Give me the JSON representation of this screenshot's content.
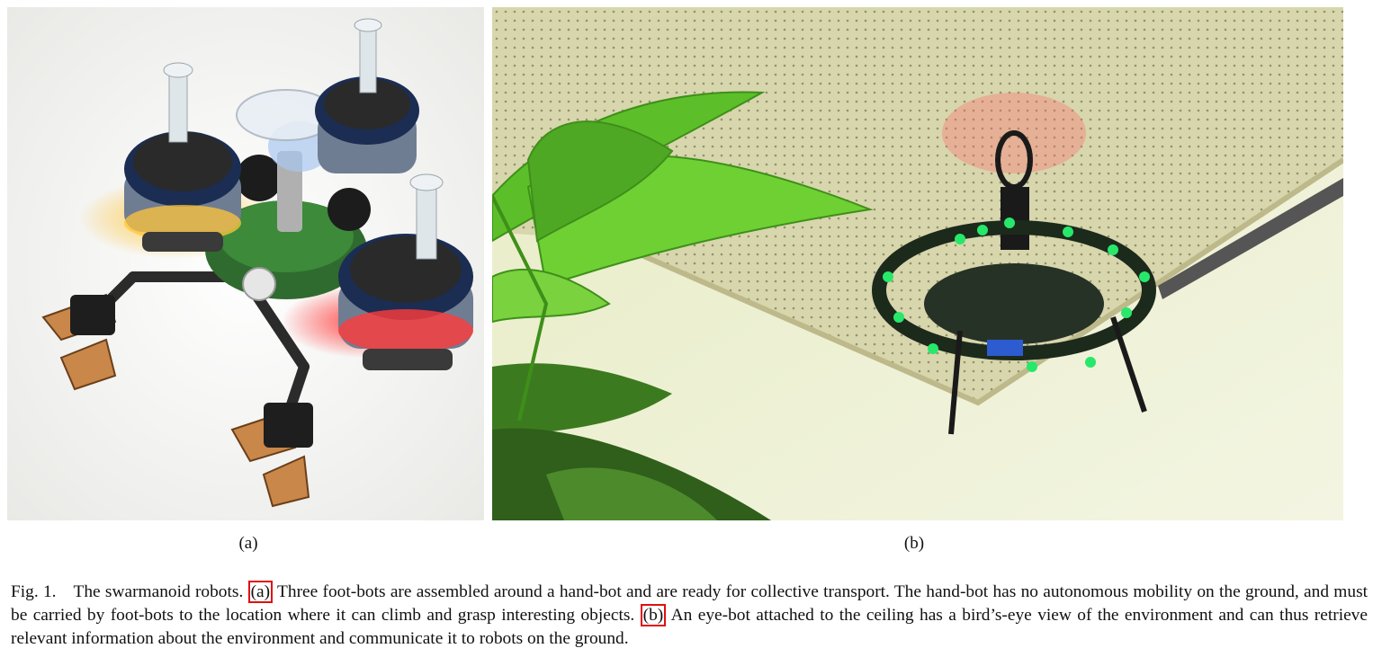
{
  "figure": {
    "subfigures": [
      {
        "label": "(a)",
        "image": "swarmanoid foot-bots assembled around a hand-bot"
      },
      {
        "label": "(b)",
        "image": "eye-bot attached to the ceiling next to a plant"
      }
    ],
    "caption": {
      "fig_label": "Fig. 1.",
      "part1": "The swarmanoid robots.",
      "ref_a": "(a)",
      "part2": "Three foot-bots are assembled around a hand-bot and are ready for collective transport. The hand-bot has no autonomous mobility on the ground, and must be carried by foot-bots to the location where it can climb and grasp interesting objects.",
      "ref_b": "(b)",
      "part3": "An eye-bot attached to the ceiling has a bird’s-eye view of the environment and can thus retrieve relevant information about the environment and communicate it to robots on the ground."
    },
    "colors": {
      "ref_box": "#e01010",
      "led_green": "#27e86a",
      "led_red": "#ff3b3b",
      "led_amber": "#ffb300"
    }
  }
}
